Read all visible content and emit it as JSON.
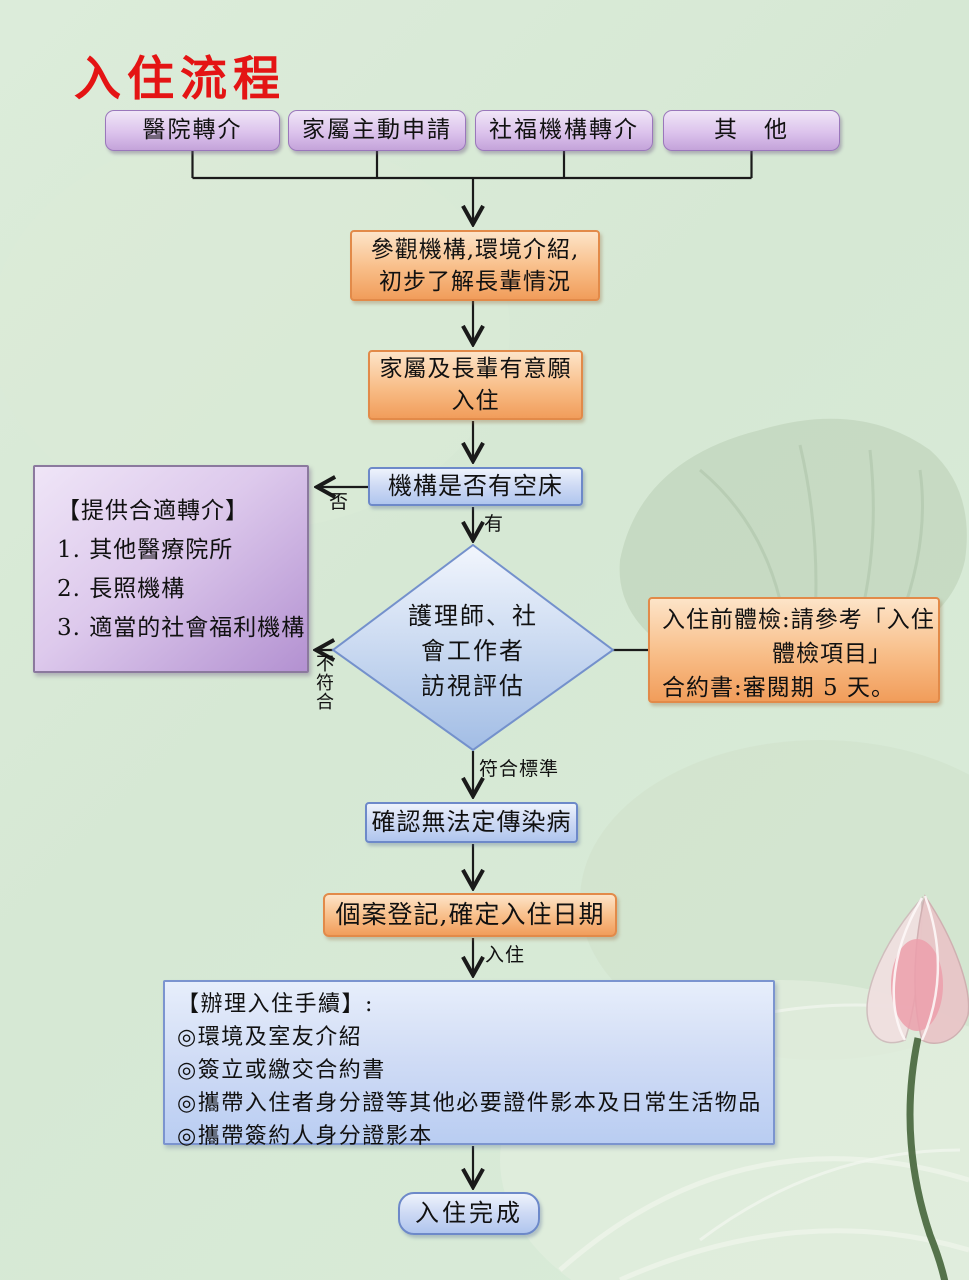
{
  "title": "入住流程",
  "sources": [
    "醫院轉介",
    "家屬主動申請",
    "社福機構轉介",
    "其　他"
  ],
  "visit": {
    "line1": "參觀機構,環境介紹,",
    "line2": "初步了解長輩情況"
  },
  "willing": {
    "line1": "家屬及長輩有意願",
    "line2": "入住"
  },
  "bed_check": "機構是否有空床",
  "referral": {
    "title": "【提供合適轉介】",
    "items": [
      "1. 其他醫療院所",
      "2. 長照機構",
      "3. 適當的社會福利機構"
    ]
  },
  "assessment": {
    "line1": "護理師、社",
    "line2": "會工作者",
    "line3": "訪視評估"
  },
  "note": {
    "line1": "入住前體檢:請參考「入住",
    "line2": "體檢項目」",
    "line3": "合約書:審閱期 5 天。"
  },
  "no_disease": "確認無法定傳染病",
  "register": "個案登記,確定入住日期",
  "procedure": {
    "title": "【辦理入住手續】:",
    "items": [
      "◎環境及室友介紹",
      "◎簽立或繳交合約書",
      "◎攜帶入住者身分證等其他必要證件影本及日常生活物品",
      "◎攜帶簽約人身分證影本"
    ]
  },
  "done": "入住完成",
  "edge_labels": {
    "no": "否",
    "yes": "有",
    "not_qualified": "不符合",
    "qualified": "符合標準",
    "check_in": "入住"
  },
  "colors": {
    "background": "#d7e9d5",
    "title": "#e41414",
    "purple_box": "#c9a9de",
    "orange_box": "#f3a667",
    "blue_box": "#b6cbf0",
    "line": "#1a1a1a"
  }
}
